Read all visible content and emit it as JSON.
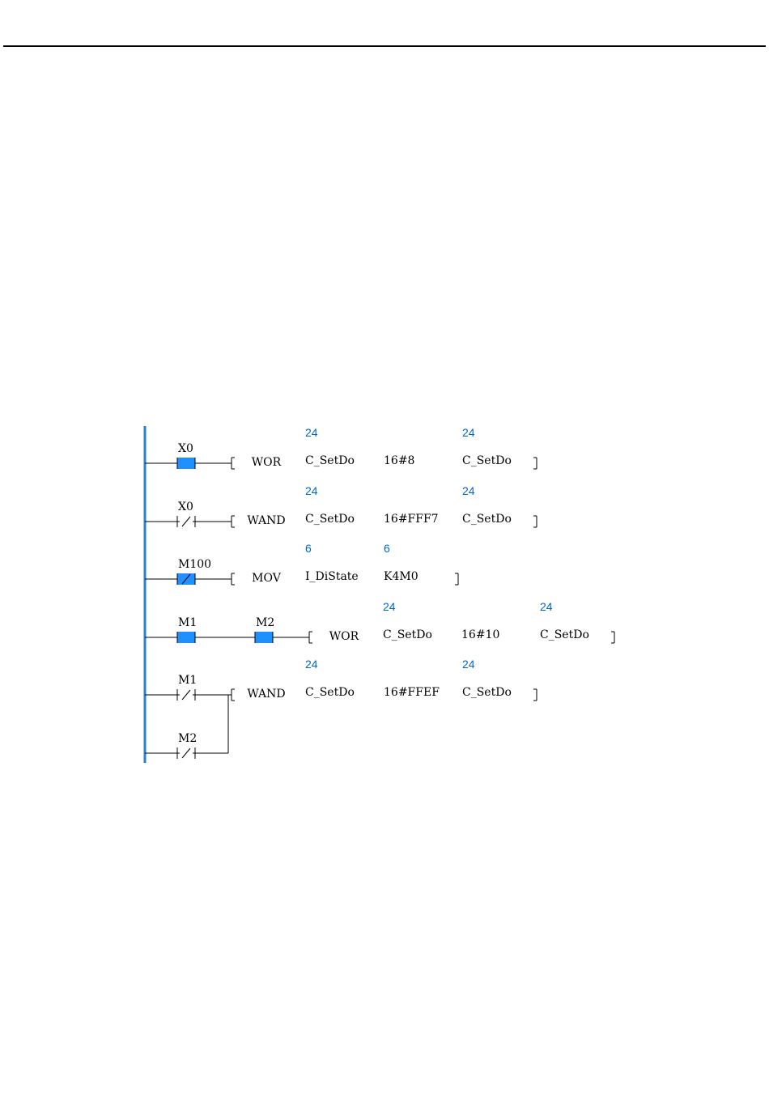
{
  "ladder": {
    "rungs": [
      {
        "contacts": [
          {
            "label": "X0",
            "type": "no",
            "active": true
          }
        ],
        "instruction": {
          "op": "WOR",
          "args": [
            {
              "value": "24",
              "text": "C_SetDo"
            },
            {
              "value": "",
              "text": "16#8"
            },
            {
              "value": "24",
              "text": "C_SetDo"
            }
          ]
        }
      },
      {
        "contacts": [
          {
            "label": "X0",
            "type": "nc",
            "active": false
          }
        ],
        "instruction": {
          "op": "WAND",
          "args": [
            {
              "value": "24",
              "text": "C_SetDo"
            },
            {
              "value": "",
              "text": "16#FFF7"
            },
            {
              "value": "24",
              "text": "C_SetDo"
            }
          ]
        }
      },
      {
        "contacts": [
          {
            "label": "M100",
            "type": "nc",
            "active": true
          }
        ],
        "instruction": {
          "op": "MOV",
          "args": [
            {
              "value": "6",
              "text": "I_DiState"
            },
            {
              "value": "6",
              "text": "K4M0"
            }
          ]
        }
      },
      {
        "contacts": [
          {
            "label": "M1",
            "type": "no",
            "active": true
          },
          {
            "label": "M2",
            "type": "no",
            "active": true
          }
        ],
        "instruction": {
          "op": "WOR",
          "args": [
            {
              "value": "24",
              "text": "C_SetDo"
            },
            {
              "value": "",
              "text": "16#10"
            },
            {
              "value": "24",
              "text": "C_SetDo"
            }
          ]
        }
      },
      {
        "contacts": [
          {
            "label": "M1",
            "type": "nc",
            "active": false
          }
        ],
        "parallel": [
          {
            "label": "M2",
            "type": "nc",
            "active": false
          }
        ],
        "instruction": {
          "op": "WAND",
          "args": [
            {
              "value": "24",
              "text": "C_SetDo"
            },
            {
              "value": "",
              "text": "16#FFEF"
            },
            {
              "value": "24",
              "text": "C_SetDo"
            }
          ]
        }
      }
    ],
    "colors": {
      "rail": "#2a7fd8",
      "active": "#1e90ff",
      "value": "#0066cc",
      "line": "#000000"
    }
  }
}
